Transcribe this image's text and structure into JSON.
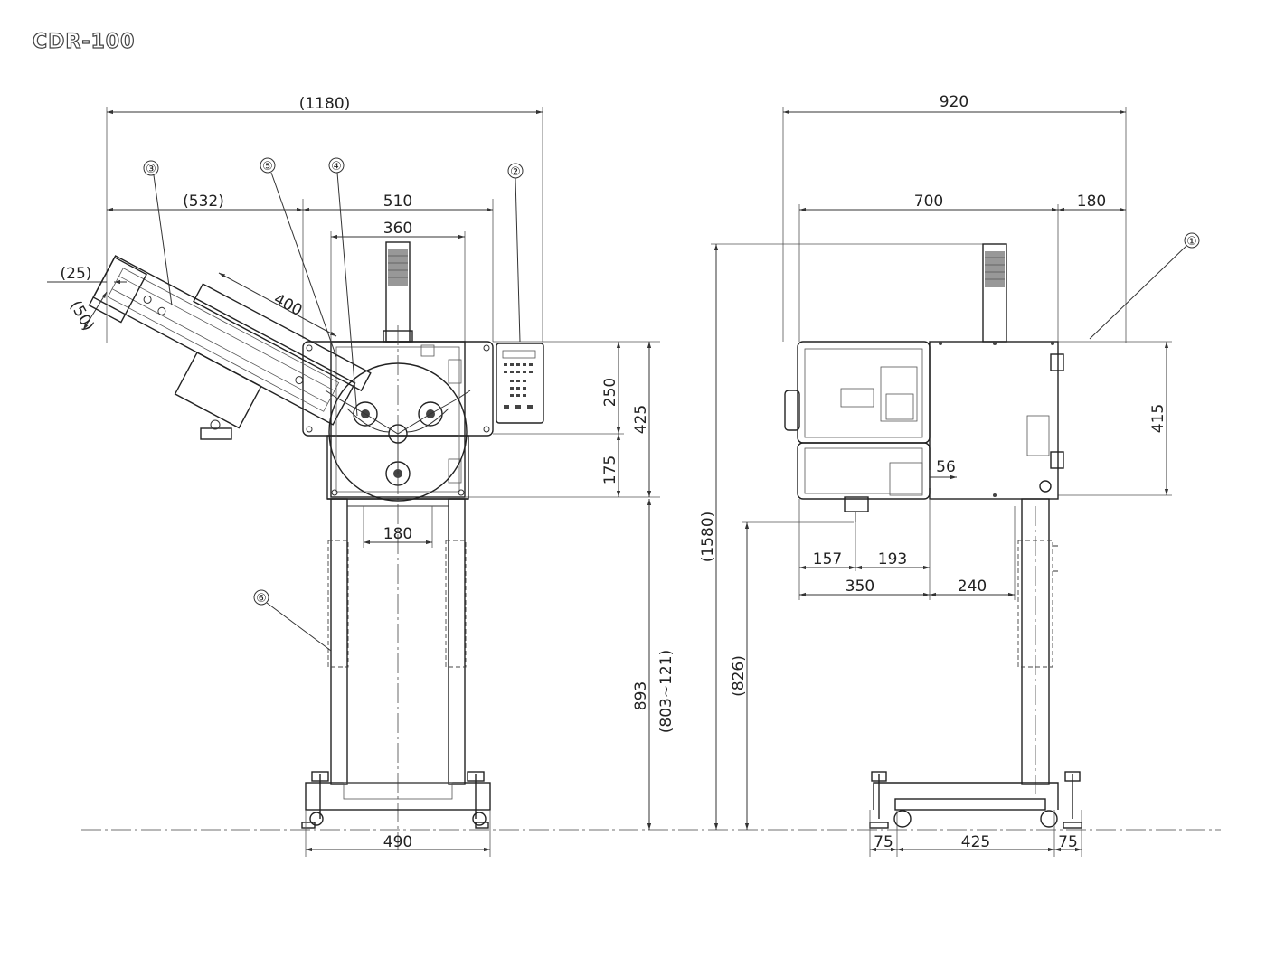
{
  "title": "CDR-100",
  "front_view": {
    "dims": {
      "overall_width": "(1180)",
      "chute_width": "(532)",
      "body_width": "510",
      "top_width": "360",
      "offset_25": "(25)",
      "offset_50": "(50)",
      "chute_len": "400",
      "height_250": "250",
      "height_175": "175",
      "height_425": "425",
      "leg_spacing": "180",
      "base_width": "490",
      "stand_height": "893",
      "stand_range": "(803~121)"
    },
    "callouts": [
      "③",
      "⑤",
      "④",
      "②",
      "⑥"
    ]
  },
  "side_view": {
    "dims": {
      "overall_width": "920",
      "width_700": "700",
      "width_180": "180",
      "height_415": "415",
      "dim_56": "56",
      "dim_157": "157",
      "dim_193": "193",
      "dim_350": "350",
      "dim_240": "240",
      "total_height": "(1580)",
      "table_height": "(826)",
      "base_75_left": "75",
      "base_425": "425",
      "base_75_right": "75"
    },
    "callouts": [
      "①"
    ]
  }
}
